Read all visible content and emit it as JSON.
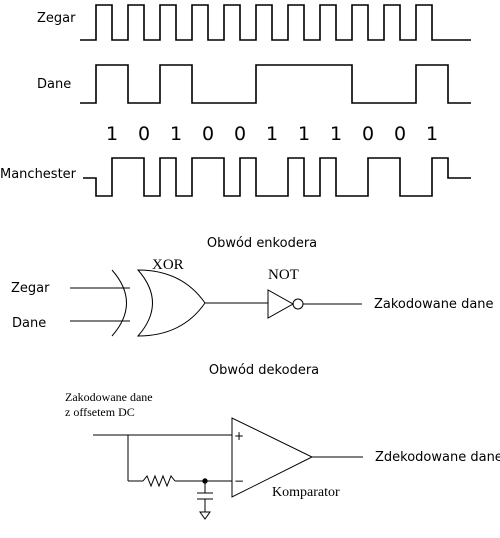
{
  "timing": {
    "clock_label": "Zegar",
    "data_label": "Dane",
    "manchester_label": "Manchester",
    "bits": [
      "1",
      "0",
      "1",
      "0",
      "0",
      "1",
      "1",
      "1",
      "0",
      "0",
      "1"
    ]
  },
  "encoder": {
    "title": "Obwód enkodera",
    "xor_label": "XOR",
    "not_label": "NOT",
    "input_clock_label": "Zegar",
    "input_data_label": "Dane",
    "output_label": "Zakodowane dane"
  },
  "decoder": {
    "title": "Obwód dekodera",
    "input_label_line1": "Zakodowane dane",
    "input_label_line2": "z offsetem DC",
    "comparator_label": "Komparator",
    "output_label": "Zdekodowane dane",
    "plus_sign": "+",
    "minus_sign": "−"
  }
}
